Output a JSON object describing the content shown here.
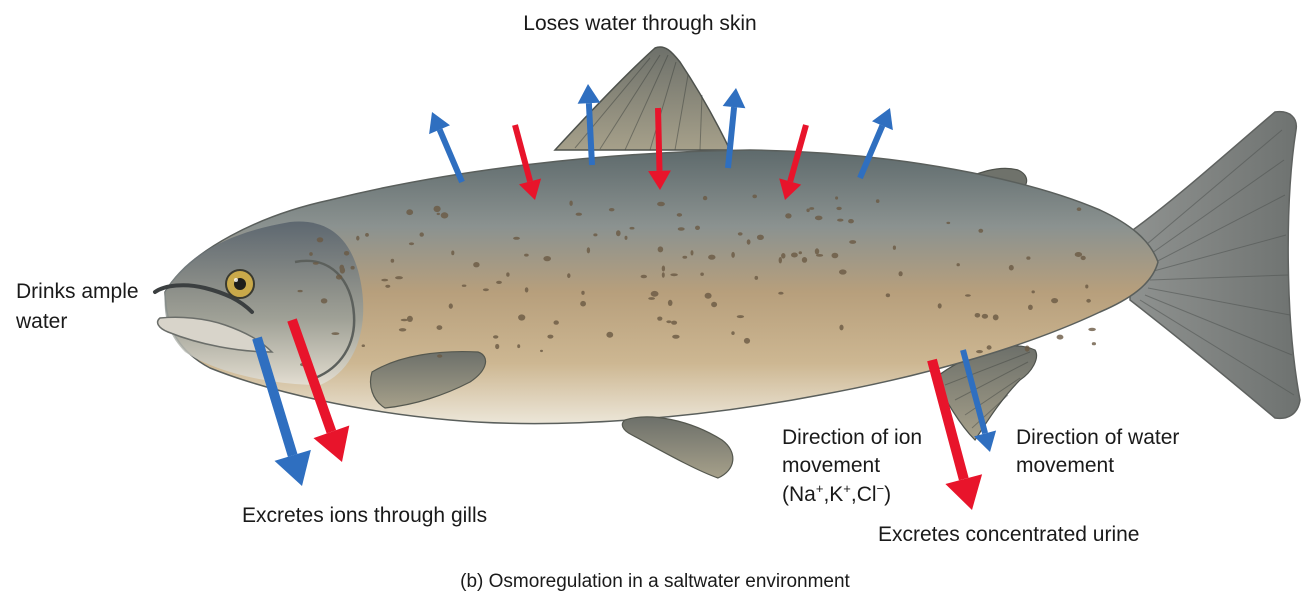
{
  "labels": {
    "skin": "Loses water through skin",
    "drinks_line1": "Drinks ample",
    "drinks_line2": "water",
    "gills": "Excretes ions through gills",
    "ion_line1": "Direction of ion",
    "ion_line2": "movement",
    "ion_paren_open": "(Na",
    "ion_sup_plus1": "+",
    "ion_k": ",K",
    "ion_sup_plus2": "+",
    "ion_cl": ",Cl",
    "ion_sup_minus": "−",
    "ion_paren_close": ")",
    "water_line1": "Direction of water",
    "water_line2": "movement",
    "urine": "Excretes concentrated urine",
    "caption": "(b) Osmoregulation in a saltwater environment"
  },
  "colors": {
    "ion_arrow": "#e8142b",
    "water_arrow": "#2f6fc0",
    "fish_back": "#6f7a7a",
    "fish_belly": "#e6dcc4",
    "fish_mid": "#b8a07a",
    "fins": "#8d8670",
    "spots": "#6b5a44"
  },
  "icons": [
    "salmon-illustration",
    "ion-arrow",
    "water-arrow"
  ]
}
